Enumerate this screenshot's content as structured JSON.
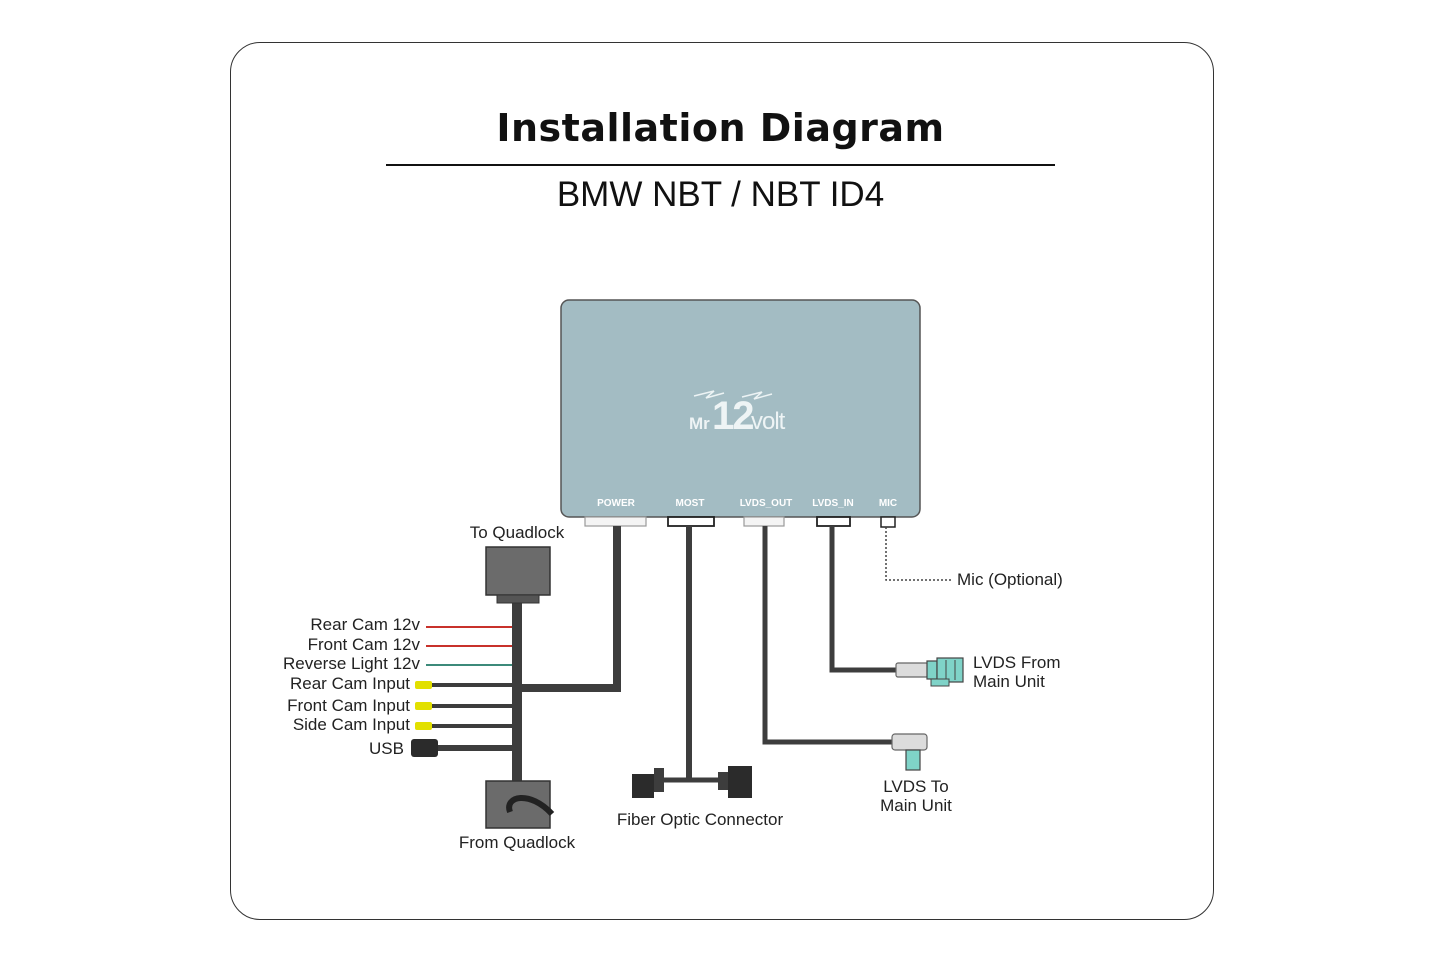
{
  "title": "Installation Diagram",
  "subtitle": "BMW NBT / NBT ID4",
  "module": {
    "logo_mr": "Mr",
    "logo_number": "12",
    "logo_volt": "volt",
    "ports": [
      "POWER",
      "MOST",
      "LVDS_OUT",
      "LVDS_IN",
      "MIC"
    ]
  },
  "labels": {
    "to_quadlock": "To Quadlock",
    "from_quadlock": "From Quadlock",
    "mic": "Mic (Optional)",
    "lvds_from_1": "LVDS From",
    "lvds_from_2": "Main Unit",
    "lvds_to_1": "LVDS To",
    "lvds_to_2": "Main Unit",
    "fiber": "Fiber Optic Connector",
    "wires": [
      "Rear Cam 12v",
      "Front Cam 12v",
      "Reverse Light 12v",
      "Rear Cam Input",
      "Front Cam Input",
      "Side Cam Input",
      "USB"
    ]
  },
  "colors": {
    "module_fill": "#a3bcc3",
    "cable": "#3d3d3d",
    "red_wire": "#c8312b",
    "green_wire": "#3c8a7a",
    "rca_yellow": "#e2e000",
    "connector_teal": "#7fd3c8"
  }
}
